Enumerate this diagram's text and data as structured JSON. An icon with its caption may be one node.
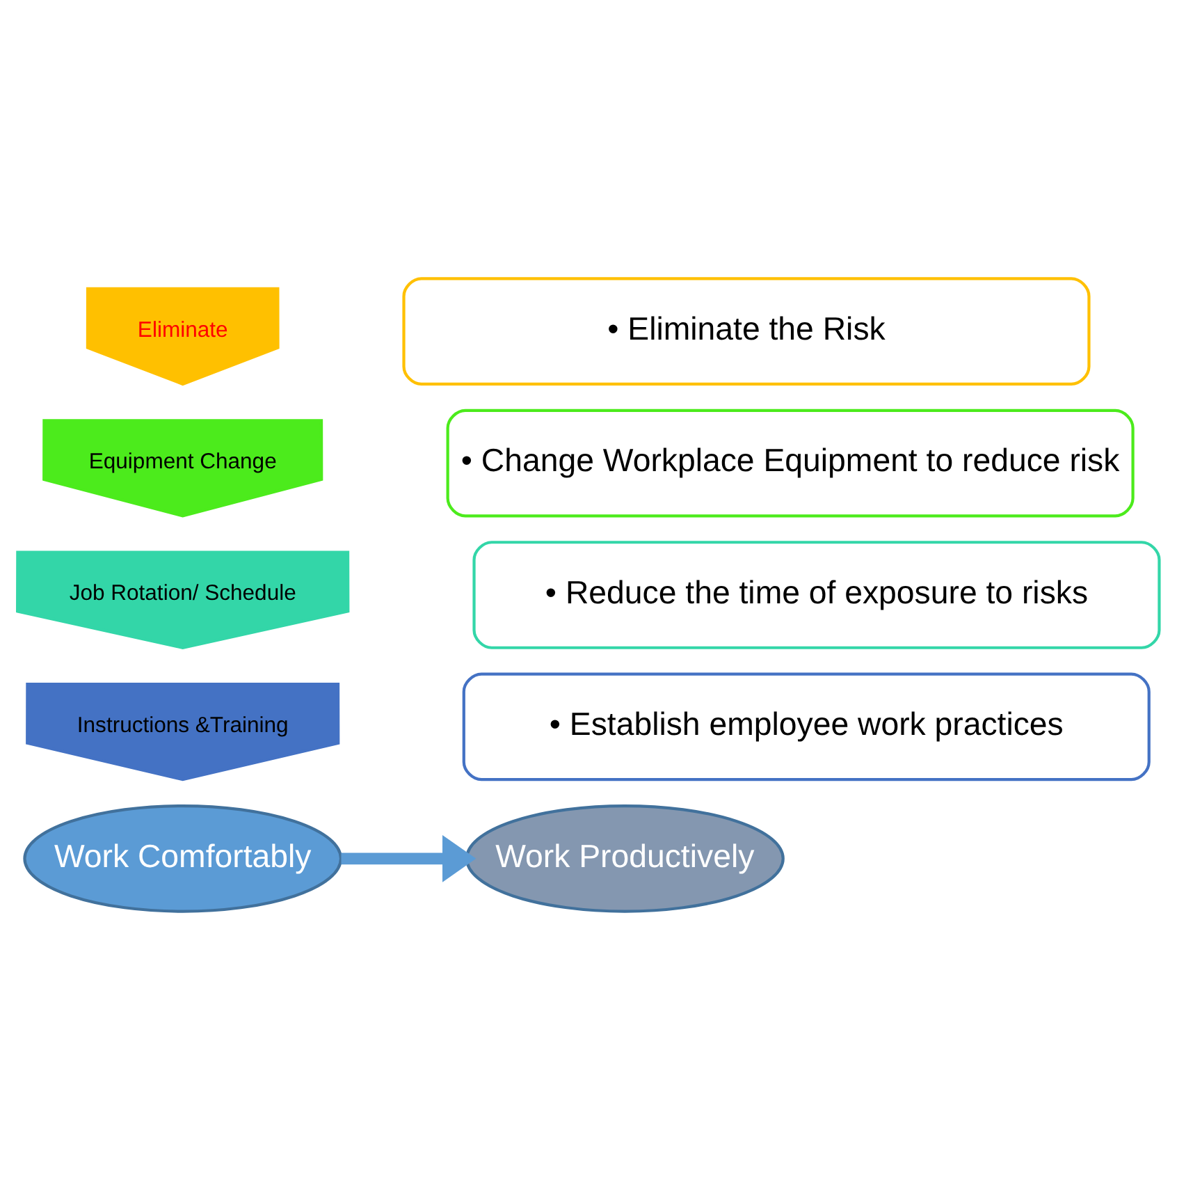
{
  "diagram": {
    "nodes": [
      {
        "text": [
          "Eliminate"
        ]
      },
      {
        "text": [
          "• Eliminate the Risk"
        ]
      },
      {
        "text": [
          "Equipment Change"
        ]
      },
      {
        "text": [
          "• Change Workplace Equipment to reduce risk"
        ]
      },
      {
        "text": [
          "Job Rotation/ Schedule"
        ]
      },
      {
        "text": [
          "• Reduce the time of exposure to risks"
        ]
      },
      {
        "text": [
          "Instructions &Training"
        ]
      },
      {
        "text": [
          "• Establish employee work practices"
        ]
      },
      {
        "text": [
          "Work Comfortably"
        ]
      },
      {
        "text": [
          "Work Productively"
        ]
      }
    ],
    "edges": [
      {
        "from": 8,
        "to": 9,
        "arrow": "to"
      }
    ]
  }
}
